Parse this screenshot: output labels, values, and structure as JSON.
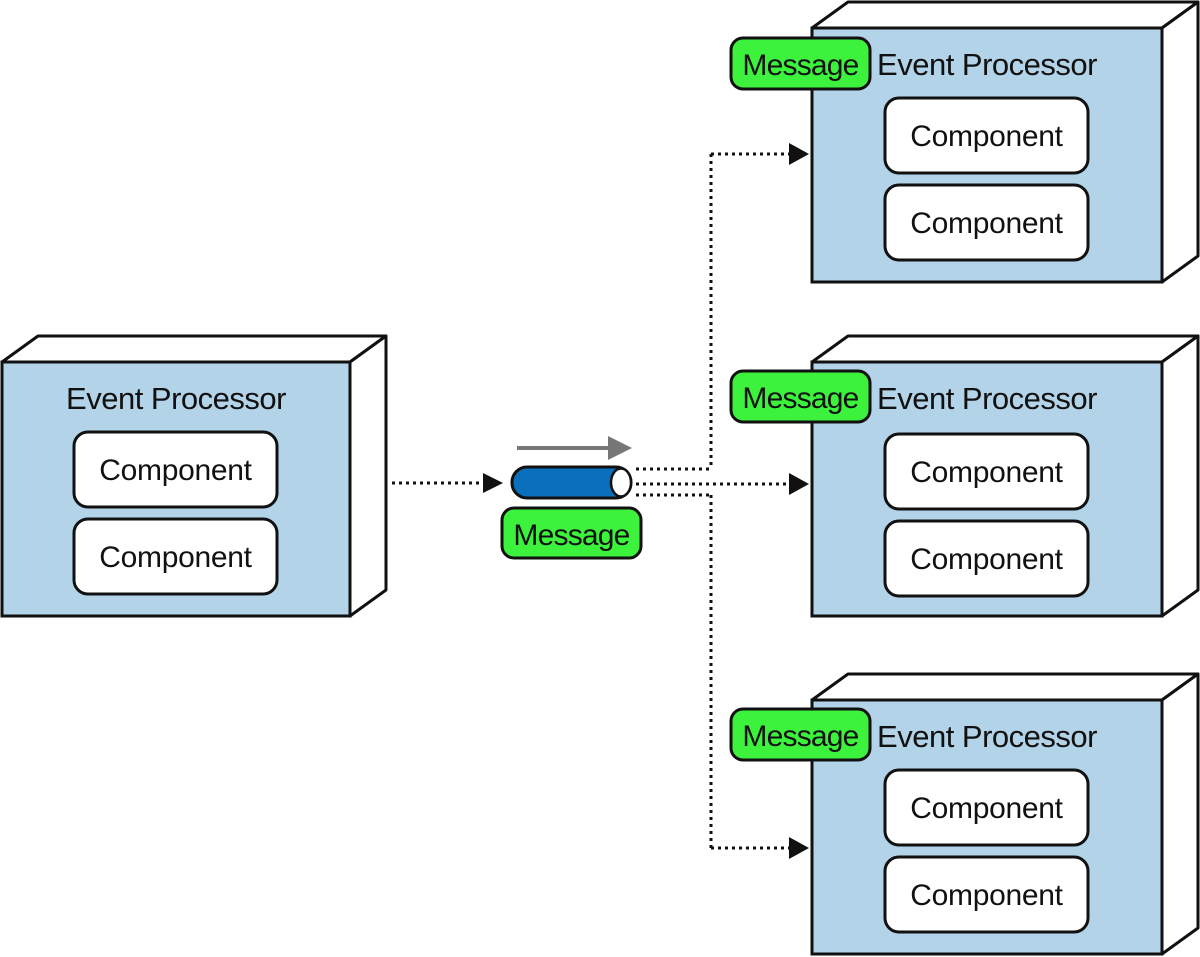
{
  "sender": {
    "title": "Event Processor",
    "components": [
      "Component",
      "Component"
    ]
  },
  "channel": {
    "message_label": "Message"
  },
  "receivers": [
    {
      "message_label": "Message",
      "title": "Event Processor",
      "components": [
        "Component",
        "Component"
      ]
    },
    {
      "message_label": "Message",
      "title": "Event Processor",
      "components": [
        "Component",
        "Component"
      ]
    },
    {
      "message_label": "Message",
      "title": "Event Processor",
      "components": [
        "Component",
        "Component"
      ]
    }
  ],
  "colors": {
    "processor_fill": "#b3d3e8",
    "message_fill": "#3df23d",
    "channel_fill": "#0a6fbd",
    "direction_arrow": "#777777"
  }
}
